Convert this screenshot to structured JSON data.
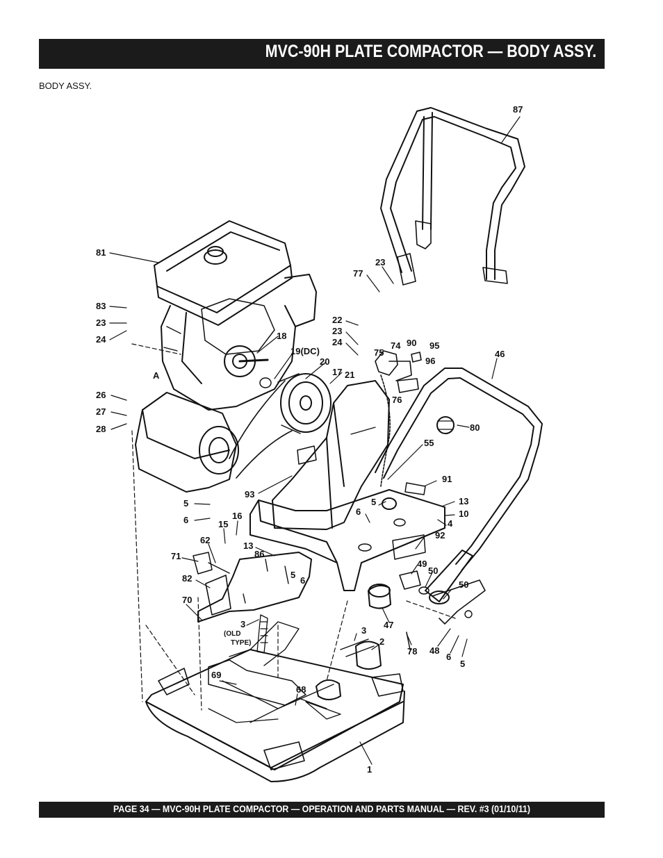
{
  "header": {
    "title": "MVC-90H PLATE COMPACTOR — BODY ASSY."
  },
  "section_label": "BODY ASSY.",
  "footer": {
    "text": "PAGE 34 — MVC-90H  PLATE COMPACTOR —  OPERATION AND PARTS MANUAL — REV. #3 (01/10/11)"
  },
  "diagram": {
    "callouts": {
      "c87": "87",
      "c81": "81",
      "c77": "77",
      "c23a": "23",
      "c83": "83",
      "c23b": "23",
      "c24a": "24",
      "c22": "22",
      "c23c": "23",
      "c24b": "24",
      "c18": "18",
      "c19": "19(DC)",
      "c75": "75",
      "c74": "74",
      "c90": "90",
      "c95": "95",
      "c96": "96",
      "c46": "46",
      "cA": "A",
      "c20": "20",
      "c17": "17",
      "c21": "21",
      "c76": "76",
      "c26": "26",
      "c27": "27",
      "c28": "28",
      "c80": "80",
      "c55": "55",
      "c91": "91",
      "c93": "93",
      "c5a": "5",
      "c6a": "6",
      "c16": "16",
      "c15": "15",
      "c5b": "5",
      "c6b": "6",
      "c13a": "13",
      "c10": "10",
      "c4": "4",
      "c62": "62",
      "c13b": "13",
      "c86": "86",
      "c92": "92",
      "c71": "71",
      "c5c": "5",
      "c6c": "6",
      "c49": "49",
      "c50a": "50",
      "c82": "82",
      "c50b": "50",
      "c70": "70",
      "c3a": "3",
      "c_old1": "(OLD",
      "c_old2": "TYPE)",
      "c3b": "3",
      "c2": "2",
      "c47": "47",
      "c78": "78",
      "c48": "48",
      "c6d": "6",
      "c5d": "5",
      "c69": "69",
      "c68": "68",
      "c1": "1"
    }
  }
}
